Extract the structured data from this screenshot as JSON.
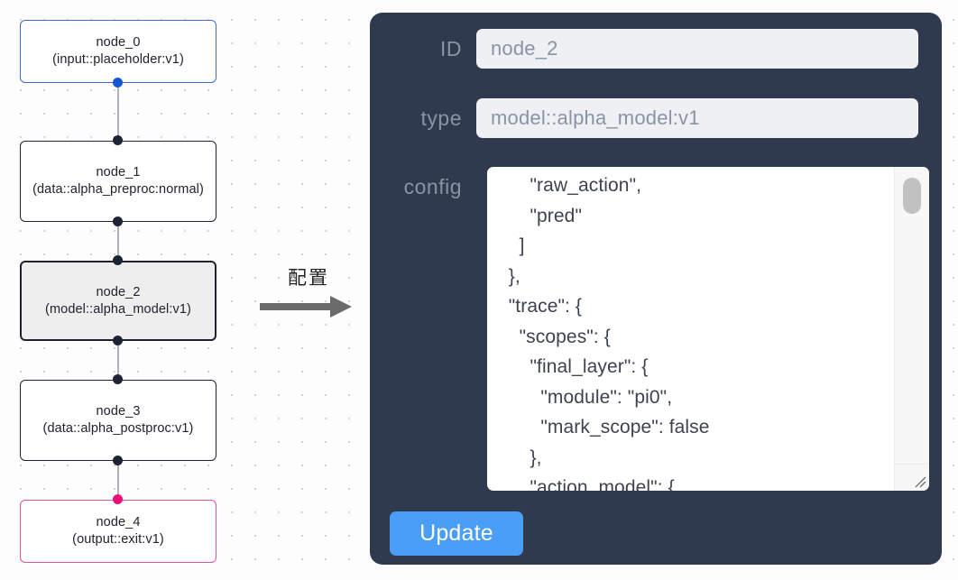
{
  "canvas": {
    "nodes": [
      {
        "id": "node_0",
        "title": "node_0",
        "subtitle": "(input::placeholder:v1)",
        "kind": "input",
        "selected": false
      },
      {
        "id": "node_1",
        "title": "node_1",
        "subtitle": "(data::alpha_preproc:normal)",
        "kind": "default",
        "selected": false
      },
      {
        "id": "node_2",
        "title": "node_2",
        "subtitle": "(model::alpha_model:v1)",
        "kind": "default",
        "selected": true
      },
      {
        "id": "node_3",
        "title": "node_3",
        "subtitle": "(data::alpha_postproc:v1)",
        "kind": "default",
        "selected": false
      },
      {
        "id": "node_4",
        "title": "node_4",
        "subtitle": "(output::exit:v1)",
        "kind": "output",
        "selected": false
      }
    ],
    "node_labels": [
      "node_0\n(input::placeholder:v1)",
      "node_1\n(data::alpha_preproc:normal)",
      "node_2\n(model::alpha_model:v1)",
      "node_3\n(data::alpha_postproc:v1)",
      "node_4\n(output::exit:v1)"
    ],
    "colors": {
      "input_border": "#4169c9",
      "output_border": "#e0529c",
      "default_border": "#20232e",
      "selected_fill": "#eeeeee",
      "edge": "#b1b1b7",
      "handle": "#1c2333",
      "handle_input": "#1457d6",
      "handle_output": "#ec0f75"
    }
  },
  "annotation": {
    "text": "配置",
    "arrow_icon": "arrow-right-icon",
    "arrow_color": "#6b6b6b"
  },
  "panel": {
    "background": "#2f3a4e",
    "fields": [
      {
        "label": "ID",
        "value": "node_2"
      },
      {
        "label": "type",
        "value": "model::alpha_model:v1"
      }
    ],
    "id_field": {
      "label": "ID",
      "value": "node_2"
    },
    "type_field": {
      "label": "type",
      "value": "model::alpha_model:v1"
    },
    "config": {
      "label": "config",
      "value": "        \"raw_action\",\n        \"pred\"\n      ]\n    },\n    \"trace\": {\n      \"scopes\": {\n        \"final_layer\": {\n          \"module\": \"pi0\",\n          \"mark_scope\": false\n        },\n        \"action_model\": {"
    },
    "update_button": {
      "label": "Update",
      "color": "#4a9ef5"
    }
  }
}
